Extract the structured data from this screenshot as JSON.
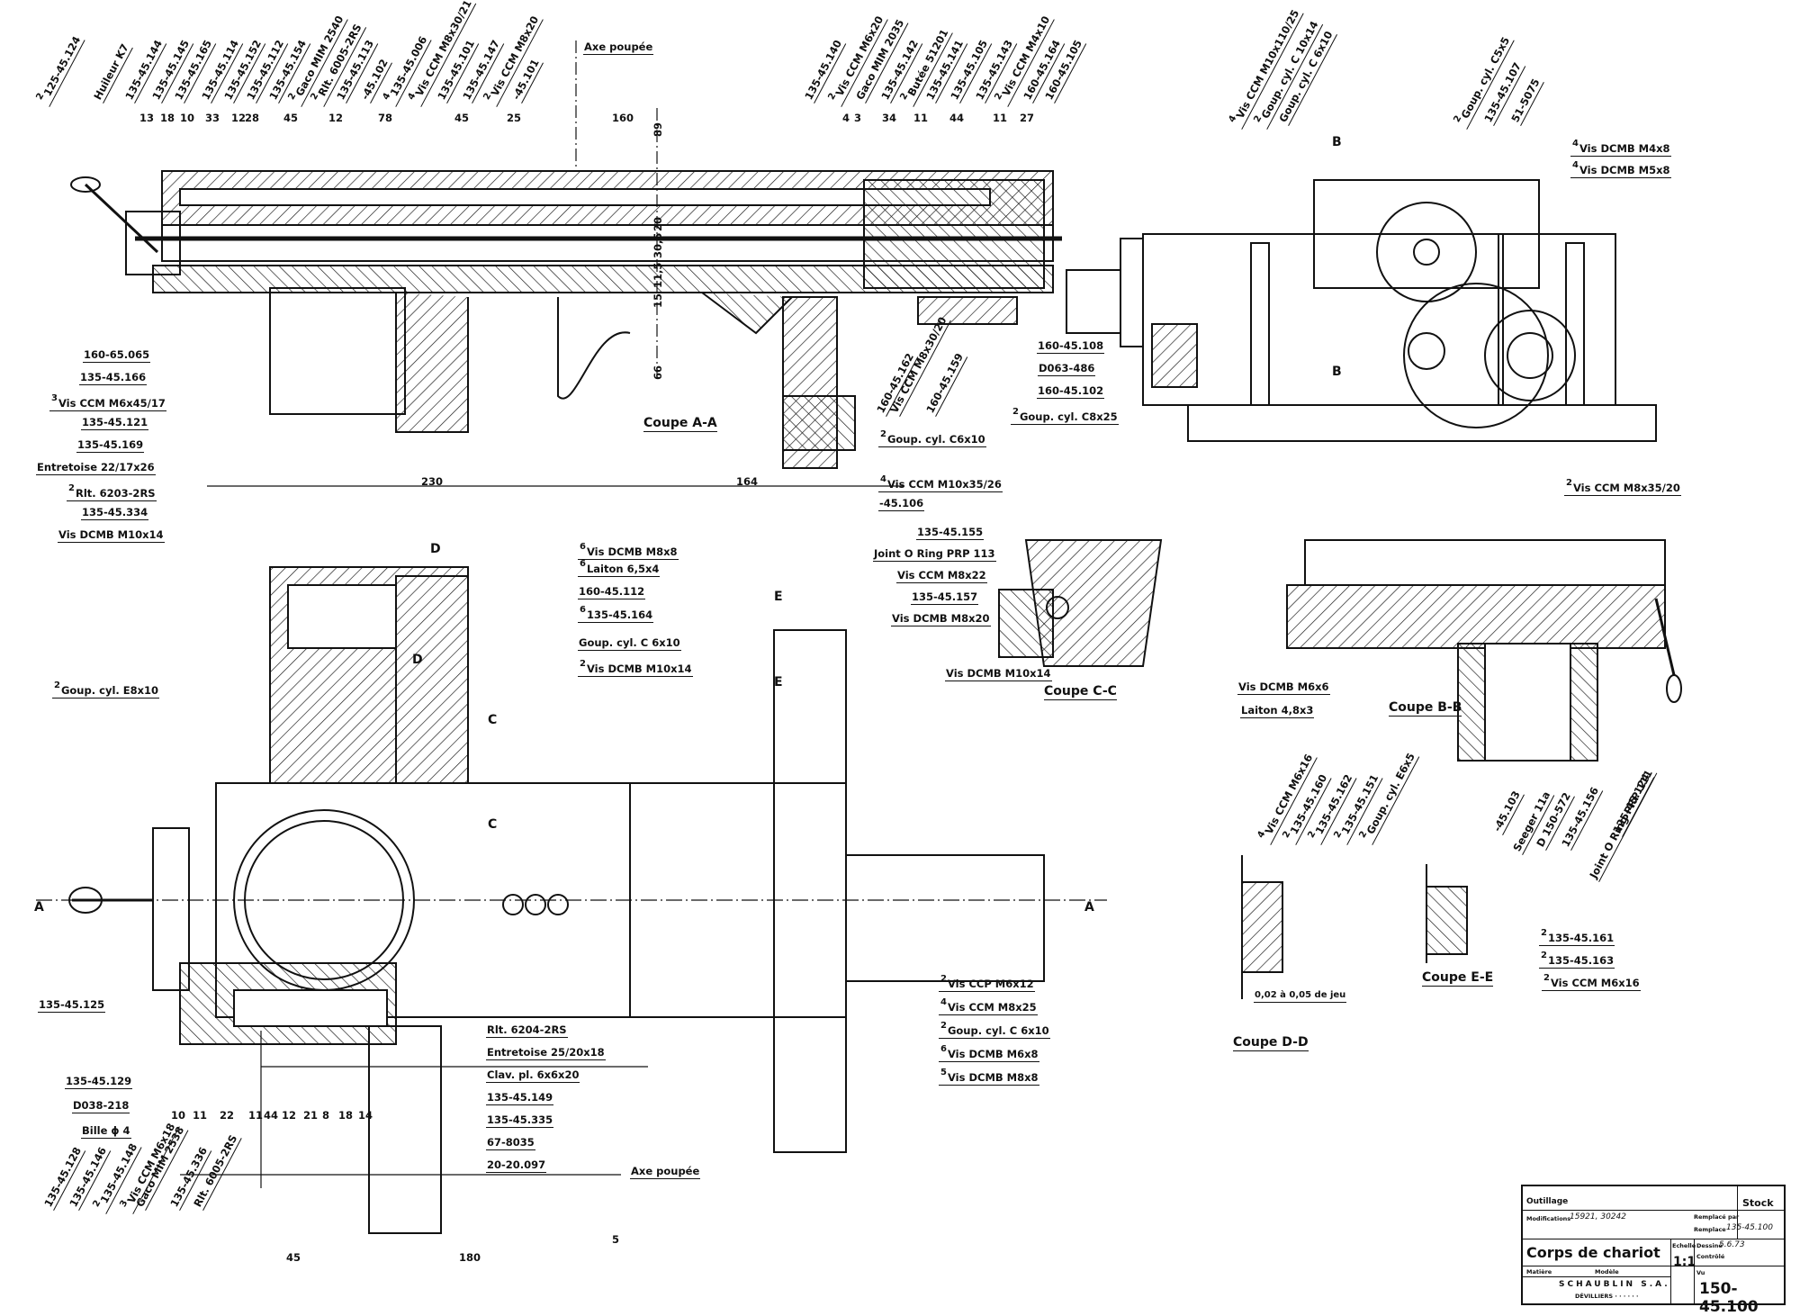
{
  "drawing": {
    "title": "Corps de chariot",
    "number": "150-45.100",
    "company": "SCHAUBLIN S.A.",
    "company_sub": "DÉVILLIERS · · · · · ·",
    "scale_label": "Echelle",
    "scale": "1:1",
    "material_label": "Matière",
    "model_label": "Modèle",
    "usage_label": "Outillage",
    "stock_label": "Stock",
    "modifications_label": "Modifications",
    "modifications": "15921, 30242",
    "replaced_by_label": "Remplacé par",
    "replaces_label": "Remplace",
    "replaces": "135-45.100",
    "drawn_label": "Dessiné",
    "drawn": "5.6.73",
    "checked_label": "Contrôlé",
    "seen_label": "Vu"
  },
  "sections": {
    "aa": "Coupe A-A",
    "bb": "Coupe B-B",
    "cc": "Coupe C-C",
    "dd": "Coupe D-D",
    "ee": "Coupe E-E"
  },
  "cut_markers": {
    "a": "A",
    "b": "B",
    "c": "C",
    "d": "D",
    "e": "E"
  },
  "axis_label": "Axe poupée",
  "top_callouts": [
    {
      "qty": "2",
      "text": "125-45.124"
    },
    {
      "qty": "",
      "text": "Huileur K7"
    },
    {
      "qty": "",
      "text": "135-45.144"
    },
    {
      "qty": "",
      "text": "135-45.145"
    },
    {
      "qty": "",
      "text": "135-45.165"
    },
    {
      "qty": "",
      "text": "135-45.114"
    },
    {
      "qty": "",
      "text": "135-45.152"
    },
    {
      "qty": "",
      "text": "135-45.112"
    },
    {
      "qty": "",
      "text": "135-45.154"
    },
    {
      "qty": "2",
      "text": "Gaco MIM 2540"
    },
    {
      "qty": "2",
      "text": "Rlt. 6005-2RS"
    },
    {
      "qty": "",
      "text": "135-45.113"
    },
    {
      "qty": "",
      "text": "-45.102"
    },
    {
      "qty": "4",
      "text": "135-45.006"
    },
    {
      "qty": "4",
      "text": "Vis CCM M8x30/21"
    },
    {
      "qty": "",
      "text": "135-45.101"
    },
    {
      "qty": "",
      "text": "135-45.147"
    },
    {
      "qty": "2",
      "text": "Vis CCM M8x20"
    },
    {
      "qty": "",
      "text": "-45.101"
    },
    {
      "qty": "",
      "text": "135-45.140"
    },
    {
      "qty": "2",
      "text": "Vis CCM M6x20"
    },
    {
      "qty": "",
      "text": "Gaco MIM 2035"
    },
    {
      "qty": "",
      "text": "135-45.142"
    },
    {
      "qty": "2",
      "text": "Butée 51201"
    },
    {
      "qty": "",
      "text": "135-45.141"
    },
    {
      "qty": "",
      "text": "135-45.105"
    },
    {
      "qty": "",
      "text": "135-45.143"
    },
    {
      "qty": "2",
      "text": "Vis CCM M4x10"
    },
    {
      "qty": "",
      "text": "160-45.164"
    },
    {
      "qty": "",
      "text": "160-45.105"
    }
  ],
  "top_right_callouts": [
    {
      "qty": "4",
      "text": "Vis CCM M10x110/25"
    },
    {
      "qty": "2",
      "text": "Goup. cyl. C 10x14"
    },
    {
      "qty": "",
      "text": "Goup. cyl. C 6x10"
    },
    {
      "qty": "2",
      "text": "Goup. cyl. C5x5"
    },
    {
      "qty": "",
      "text": "135-45.107"
    },
    {
      "qty": "",
      "text": "51-5075"
    },
    {
      "qty": "4",
      "text": "Vis DCMB M4x8"
    },
    {
      "qty": "4",
      "text": "Vis DCMB M5x8"
    }
  ],
  "left_callouts_aa": [
    {
      "qty": "",
      "text": "160-65.065"
    },
    {
      "qty": "",
      "text": "135-45.166"
    },
    {
      "qty": "3",
      "text": "Vis CCM M6x45/17"
    },
    {
      "qty": "",
      "text": "135-45.121"
    },
    {
      "qty": "",
      "text": "135-45.169"
    },
    {
      "qty": "",
      "text": "Entretoise 22/17x26"
    },
    {
      "qty": "2",
      "text": "Rlt. 6203-2RS"
    },
    {
      "qty": "",
      "text": "135-45.334"
    },
    {
      "qty": "",
      "text": "Vis DCMB M10x14"
    }
  ],
  "aa_lower_callouts": [
    {
      "qty": "",
      "text": "160-45.162"
    },
    {
      "qty": "",
      "text": "Vis CCM M8x30/20"
    },
    {
      "qty": "",
      "text": "160-45.159"
    },
    {
      "qty": "2",
      "text": "Goup. cyl. C6x10"
    },
    {
      "qty": "4",
      "text": "Vis CCM M10x35/26"
    },
    {
      "qty": "",
      "text": "-45.106"
    }
  ],
  "right_view_callouts": [
    {
      "qty": "",
      "text": "160-45.108"
    },
    {
      "qty": "",
      "text": "D063-486"
    },
    {
      "qty": "",
      "text": "160-45.102"
    },
    {
      "qty": "2",
      "text": "Goup. cyl. C8x25"
    },
    {
      "qty": "2",
      "text": "Vis CCM M8x35/20"
    }
  ],
  "cc_callouts": [
    {
      "qty": "",
      "text": "135-45.155"
    },
    {
      "qty": "",
      "text": "Joint O Ring PRP 113"
    },
    {
      "qty": "",
      "text": "Vis CCM M8x22"
    },
    {
      "qty": "",
      "text": "135-45.157"
    },
    {
      "qty": "",
      "text": "Vis DCMB M8x20"
    }
  ],
  "plan_right_callouts": [
    {
      "qty": "6",
      "text": "Vis DCMB M8x8"
    },
    {
      "qty": "6",
      "text": "Laiton 6,5x4"
    },
    {
      "qty": "",
      "text": "160-45.112"
    },
    {
      "qty": "6",
      "text": "135-45.164"
    },
    {
      "qty": "",
      "text": "Goup. cyl. C 6x10"
    },
    {
      "qty": "2",
      "text": "Vis DCMB M10x14"
    },
    {
      "qty": "",
      "text": "Vis DCMB M10x14"
    }
  ],
  "plan_left_callouts": [
    {
      "qty": "2",
      "text": "Goup. cyl. E8x10"
    },
    {
      "qty": "",
      "text": "135-45.125"
    },
    {
      "qty": "",
      "text": "135-45.129"
    },
    {
      "qty": "",
      "text": "D038-218"
    },
    {
      "qty": "",
      "text": "Bille ϕ 4"
    }
  ],
  "plan_bottom_callouts": [
    {
      "qty": "",
      "text": "135-45.128"
    },
    {
      "qty": "",
      "text": "135-45.146"
    },
    {
      "qty": "2",
      "text": "135-45.148"
    },
    {
      "qty": "3",
      "text": "Vis CCM M6x18"
    },
    {
      "qty": "",
      "text": "Gaco MIM 2538"
    },
    {
      "qty": "",
      "text": "135-45.336"
    },
    {
      "qty": "",
      "text": "Rlt. 6005-2RS"
    }
  ],
  "plan_mid_callouts": [
    {
      "qty": "",
      "text": "Rlt. 6204-2RS"
    },
    {
      "qty": "",
      "text": "Entretoise 25/20x18"
    },
    {
      "qty": "",
      "text": "Clav. pl. 6x6x20"
    },
    {
      "qty": "",
      "text": "135-45.149"
    },
    {
      "qty": "",
      "text": "135-45.335"
    },
    {
      "qty": "",
      "text": "67-8035"
    },
    {
      "qty": "",
      "text": "20-20.097"
    }
  ],
  "plan_far_right_callouts": [
    {
      "qty": "2",
      "text": "Vis CCP M6x12"
    },
    {
      "qty": "4",
      "text": "Vis CCM M8x25"
    },
    {
      "qty": "2",
      "text": "Goup. cyl. C 6x10"
    },
    {
      "qty": "6",
      "text": "Vis DCMB M6x8"
    },
    {
      "qty": "5",
      "text": "Vis DCMB M8x8"
    }
  ],
  "bb_callouts_left": [
    {
      "qty": "",
      "text": "Vis DCMB M6x6"
    },
    {
      "qty": "",
      "text": "Laiton 4,8x3"
    }
  ],
  "bb_callouts_bottom": [
    {
      "qty": "",
      "text": "-45.103"
    },
    {
      "qty": "",
      "text": "Seeger 11a"
    },
    {
      "qty": "",
      "text": "D 150-572"
    },
    {
      "qty": "",
      "text": "135-45.156"
    },
    {
      "qty": "",
      "text": "Joint O Ring PRP 111"
    },
    {
      "qty": "",
      "text": "125-45.124"
    }
  ],
  "dd_callouts": [
    {
      "qty": "4",
      "text": "Vis CCM M6x16"
    },
    {
      "qty": "2",
      "text": "135-45.160"
    },
    {
      "qty": "2",
      "text": "135-45.162"
    },
    {
      "qty": "2",
      "text": "135-45.151"
    },
    {
      "qty": "2",
      "text": "Goup. cyl. E6x5"
    }
  ],
  "dd_note": "0,02 à 0,05 de jeu",
  "ee_callouts": [
    {
      "qty": "2",
      "text": "135-45.161"
    },
    {
      "qty": "2",
      "text": "135-45.163"
    },
    {
      "qty": "2",
      "text": "Vis CCM M6x16"
    }
  ],
  "dimensions": {
    "top_chain": [
      "13",
      "18",
      "10",
      "33",
      "12",
      "2",
      "8",
      "45",
      "12",
      "78",
      "45",
      "25",
      "160",
      "4",
      "3",
      "34",
      "11",
      "44",
      "11",
      "27"
    ],
    "vertical_aa": [
      "89",
      "20",
      "30,5",
      "11,5",
      "15",
      "66"
    ],
    "aa_bottom": [
      "230",
      "164"
    ],
    "plan_chain": [
      "10",
      "11",
      "22",
      "11",
      "4",
      "4",
      "12",
      "21",
      "8",
      "18",
      "14"
    ],
    "plan_bottom": [
      "45",
      "180",
      "5"
    ]
  }
}
